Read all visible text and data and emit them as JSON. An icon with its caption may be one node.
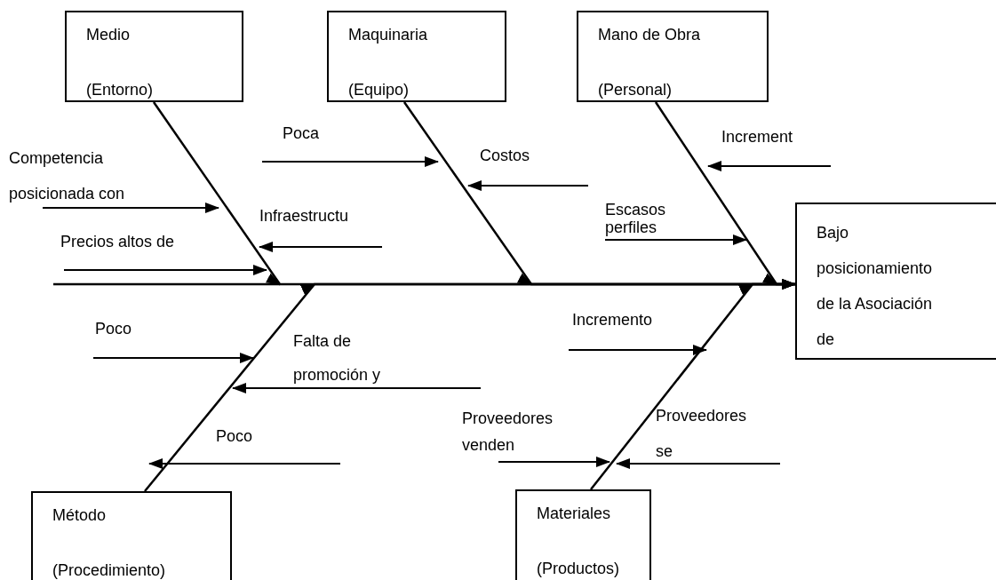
{
  "diagram": {
    "nodes": [
      {
        "text": [
          "Medio",
          "(Entorno)"
        ]
      },
      {
        "text": [
          "Maquinaria",
          "(Equipo)"
        ]
      },
      {
        "text": [
          "Mano de Obra",
          "(Personal)"
        ]
      },
      {
        "text": [
          "Bajo posicionamiento de la Asociación de"
        ]
      },
      {
        "text": [
          "Método",
          "(Procedimiento)"
        ]
      },
      {
        "text": [
          "Materiales",
          "(Productos)"
        ]
      },
      {
        "text": [
          "Competencia posicionada con"
        ]
      },
      {
        "text": [
          "Precios altos de"
        ]
      },
      {
        "text": [
          "Poca"
        ]
      },
      {
        "text": [
          "Infraestructu"
        ]
      },
      {
        "text": [
          "Costos"
        ]
      },
      {
        "text": [
          "Increment"
        ]
      },
      {
        "text": [
          "Escasos perfiles"
        ]
      },
      {
        "text": [
          "Poco"
        ]
      },
      {
        "text": [
          "Falta de promoción y"
        ]
      },
      {
        "text": [
          "Poco"
        ]
      },
      {
        "text": [
          "Incremento"
        ]
      },
      {
        "text": [
          "Proveedores venden"
        ]
      },
      {
        "text": [
          "Proveedores se"
        ]
      }
    ],
    "edges": [
      {
        "from": 0,
        "to": 3,
        "arrow": "to"
      },
      {
        "from": 1,
        "to": 3,
        "arrow": "to"
      },
      {
        "from": 2,
        "to": 3,
        "arrow": "to"
      },
      {
        "from": 4,
        "to": 3,
        "arrow": "to"
      },
      {
        "from": 5,
        "to": 3,
        "arrow": "to"
      },
      {
        "from": 6,
        "to": null,
        "arrow": "to"
      },
      {
        "from": 7,
        "to": null,
        "arrow": "to"
      },
      {
        "from": 8,
        "to": null,
        "arrow": "to"
      },
      {
        "from": null,
        "to": 9,
        "arrow": "to"
      },
      {
        "from": null,
        "to": 10,
        "arrow": "to"
      },
      {
        "from": null,
        "to": 11,
        "arrow": "to"
      },
      {
        "from": 12,
        "to": null,
        "arrow": "to"
      },
      {
        "from": 13,
        "to": null,
        "arrow": "to"
      },
      {
        "from": null,
        "to": 14,
        "arrow": "to"
      },
      {
        "from": null,
        "to": 15,
        "arrow": "to"
      },
      {
        "from": 16,
        "to": null,
        "arrow": "to"
      },
      {
        "from": 17,
        "to": null,
        "arrow": "to"
      },
      {
        "from": null,
        "to": 18,
        "arrow": "to"
      }
    ]
  }
}
